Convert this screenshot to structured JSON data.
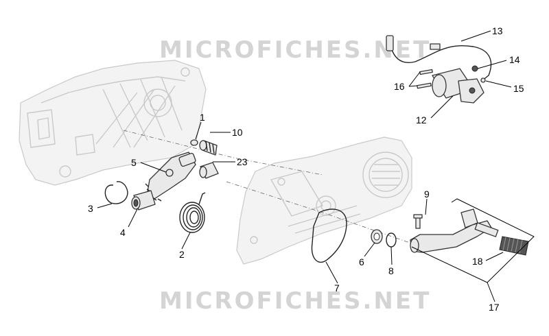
{
  "watermarks": [
    "MICROFICHES.NET",
    "MICROFICHES.NET"
  ],
  "callouts": [
    {
      "id": "c1",
      "label": "1"
    },
    {
      "id": "c2",
      "label": "2"
    },
    {
      "id": "c3",
      "label": "3"
    },
    {
      "id": "c4",
      "label": "4"
    },
    {
      "id": "c5",
      "label": "5"
    },
    {
      "id": "c6",
      "label": "6"
    },
    {
      "id": "c7",
      "label": "7"
    },
    {
      "id": "c8",
      "label": "8"
    },
    {
      "id": "c9",
      "label": "9"
    },
    {
      "id": "c10",
      "label": "10"
    },
    {
      "id": "c12",
      "label": "12"
    },
    {
      "id": "c13",
      "label": "13"
    },
    {
      "id": "c14",
      "label": "14"
    },
    {
      "id": "c15",
      "label": "15"
    },
    {
      "id": "c16",
      "label": "16"
    },
    {
      "id": "c17",
      "label": "17"
    },
    {
      "id": "c18",
      "label": "18"
    },
    {
      "id": "c23",
      "label": "23"
    }
  ]
}
